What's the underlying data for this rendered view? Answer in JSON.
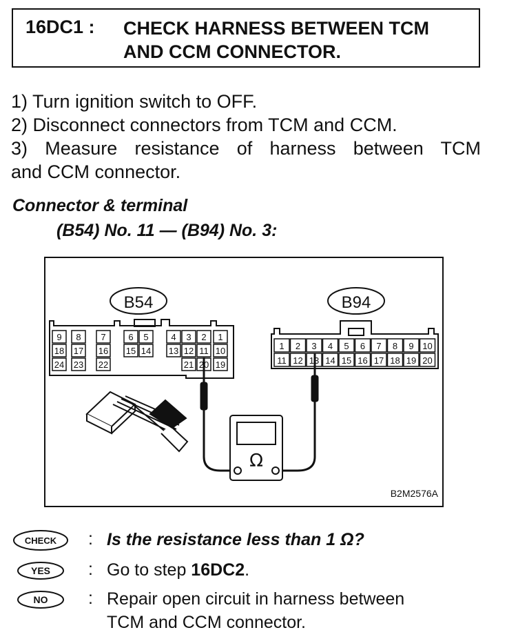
{
  "header": {
    "step_code": "16DC1 :",
    "title_line1": "CHECK HARNESS BETWEEN TCM",
    "title_line2": "AND CCM CONNECTOR."
  },
  "steps": [
    "1)  Turn ignition switch to OFF.",
    "2)  Disconnect connectors from TCM and CCM.",
    "3)  Measure resistance of harness between TCM",
    "and CCM connector."
  ],
  "connector": {
    "title": "Connector & terminal",
    "subtitle": "(B54) No. 11 — (B94) No. 3:"
  },
  "diagram": {
    "b54_label": "B54",
    "b94_label": "B94",
    "meter_symbol": "Ω",
    "figure_code": "B2M2576A",
    "b54_rows": [
      [
        "9",
        "8",
        "7",
        "6",
        "5",
        "4",
        "3",
        "2",
        "1"
      ],
      [
        "18",
        "17",
        "16",
        "15",
        "14",
        "13",
        "12",
        "11",
        "10"
      ],
      [
        "24",
        "23",
        "22",
        "21",
        "20",
        "19"
      ]
    ],
    "b94_rows": [
      [
        "1",
        "2",
        "3",
        "4",
        "5",
        "6",
        "7",
        "8",
        "9",
        "10"
      ],
      [
        "11",
        "12",
        "13",
        "14",
        "15",
        "16",
        "17",
        "18",
        "19",
        "20"
      ]
    ]
  },
  "qa": {
    "check_badge": "CHECK",
    "check_colon": ":",
    "check_question": "Is the resistance less than 1 Ω?",
    "yes_badge": "YES",
    "yes_colon": ":",
    "yes_prefix": "Go to step ",
    "yes_step": "16DC2",
    "yes_suffix": ".",
    "no_badge": "NO",
    "no_colon": ":",
    "no_line1": "Repair open circuit in harness between",
    "no_line2": "TCM and CCM connector."
  }
}
